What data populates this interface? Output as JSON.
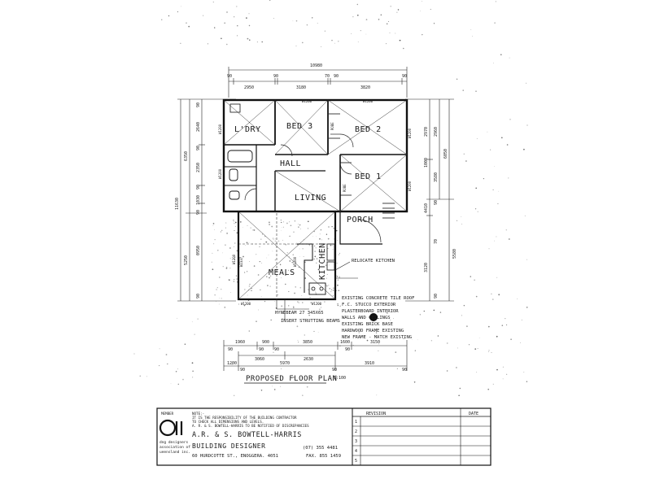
{
  "rooms": {
    "laundry": "L'DRY",
    "bed3": "BED 3",
    "bed2": "BED 2",
    "bed1": "BED 1",
    "hall": "HALL",
    "living": "LIVING",
    "porch": "PORCH",
    "meals": "MEALS",
    "kitchen": "KITCHEN"
  },
  "top_dims": {
    "overall": "10980",
    "ticks": [
      "90",
      "90",
      "70",
      "90",
      "90"
    ],
    "segments": [
      "2950",
      "3180",
      "3820"
    ]
  },
  "left_dims": {
    "outer": "11630",
    "upper": "6350",
    "lower": "5250",
    "inner": [
      "90",
      "2640",
      "90",
      "2350",
      "90",
      "1030",
      "90",
      "0950",
      "90"
    ]
  },
  "right_dims": {
    "outer": "5580",
    "upper_outer": "6050",
    "inner": [
      "2970",
      "2960",
      "1000",
      "3580",
      "90",
      "4410",
      "70",
      "3120",
      "90"
    ]
  },
  "bottom_dims": {
    "row1": [
      "1960",
      "900",
      "3850",
      "1600",
      "3150"
    ],
    "row1_ticks": [
      "90",
      "90",
      "90",
      "90"
    ],
    "row2": [
      "3060",
      "2630"
    ],
    "row3": [
      "1200",
      "5970",
      "3910"
    ],
    "row3_ticks": [
      "90",
      "90",
      "90"
    ]
  },
  "window_tags": [
    "W1200",
    "W1200",
    "W1200",
    "W1200",
    "W1200",
    "W1200",
    "W1200",
    "W1200",
    "W2337",
    "W1200",
    "W1200"
  ],
  "robe_label": "ROBE",
  "annotations": {
    "relocate_kitchen": "RELOCATE KITCHEN",
    "hyne_beam": "HYNEBEAM 27 345X65",
    "strutting": "INSERT STRUTTING BEAMS"
  },
  "notes": [
    "EXISTING CONCRETE TILE ROOF",
    "F.C. STUCCO EXTERIOR",
    "PLASTERBOARD INTERIOR",
    "WALLS AND CEILINGS",
    "EXISTING BRICK BASE",
    "HARDWOOD FRAME EXISTING",
    "NEW FRAME - MATCH EXISTING"
  ],
  "plan_title": "PROPOSED FLOOR PLAN",
  "plan_scale": "1:100",
  "title_block": {
    "member": "MEMBER",
    "association": [
      "dng designers",
      "association of",
      "ueensland  inc."
    ],
    "note_lines": [
      "NOTE:-",
      "IT IS THE RESPONSIBILITY OF THE BUILDING CONTRACTOR",
      "TO CHECK ALL DIMENSIONS AND LEVELS.",
      "A. R. & S. BOWTELL-HARRIS TO BE NOTIFIED OF DISCREPANCIES"
    ],
    "firm": "A.R. & S. BOWTELL-HARRIS",
    "role": "BUILDING DESIGNER",
    "address": "60 HURDCOTTE ST.,  ENOGGERA. 4051",
    "phone": "(07) 355 4481",
    "fax": "FAX. 855 1459",
    "revision_header": "REVISION",
    "date_header": "DATE",
    "revision_rows": [
      "1",
      "2",
      "3",
      "4",
      "5"
    ]
  }
}
